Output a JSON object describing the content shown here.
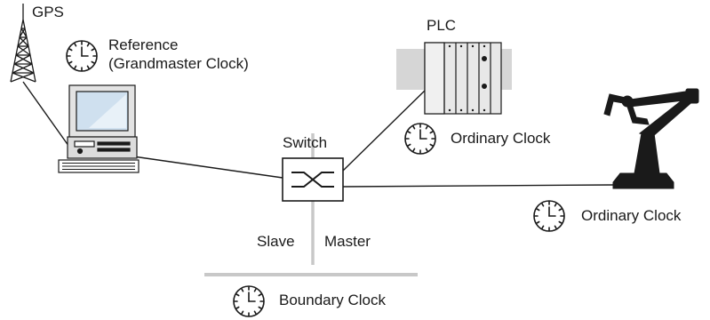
{
  "labels": {
    "gps": "GPS",
    "reference_line1": "Reference",
    "reference_line2": "(Grandmaster Clock)",
    "plc": "PLC",
    "switch": "Switch",
    "plc_clock": "Ordinary Clock",
    "robot_clock": "Ordinary Clock",
    "slave": "Slave",
    "master": "Master",
    "boundary_clock": "Boundary Clock"
  },
  "icons": {
    "antenna": "gps-antenna-icon",
    "computer": "computer-icon",
    "plc": "plc-icon",
    "switch": "switch-icon",
    "robot": "robot-arm-icon",
    "clock": "clock-icon"
  },
  "colors": {
    "stroke": "#1a1a1a",
    "rail": "#c8c8c8",
    "device_gray": "#e3e3e3",
    "screen_blue": "#cfe0ef"
  }
}
